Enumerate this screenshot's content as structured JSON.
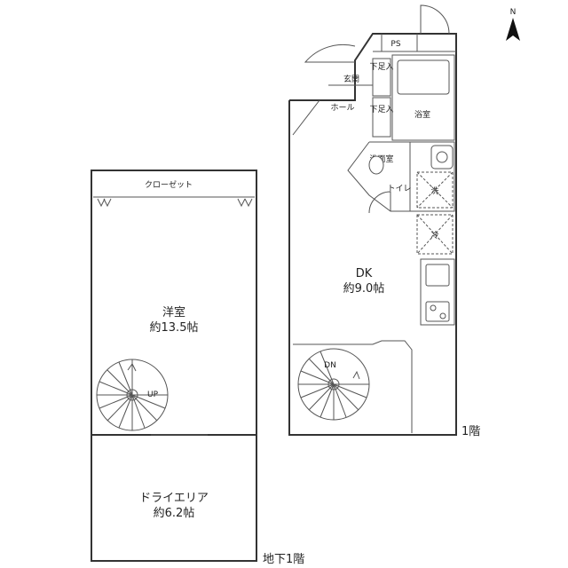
{
  "compass": {
    "label": "N"
  },
  "basement": {
    "floor_label": "地下1階",
    "closet": "クローゼット",
    "western_room": {
      "name": "洋室",
      "size": "約13.5帖"
    },
    "stair": "UP",
    "dry_area": {
      "name": "ドライエリア",
      "size": "約6.2帖"
    }
  },
  "first_floor": {
    "floor_label": "1階",
    "ps": "PS",
    "entrance": "玄関",
    "shoe1": "下足入",
    "hall": "ホール",
    "shoe2": "下足入",
    "bath": "浴室",
    "washroom": "洗面室",
    "toilet": "トイレ",
    "washer": "洗",
    "fridge": "冷",
    "dk": {
      "name": "DK",
      "size": "約9.0帖"
    },
    "stair": "DN"
  }
}
